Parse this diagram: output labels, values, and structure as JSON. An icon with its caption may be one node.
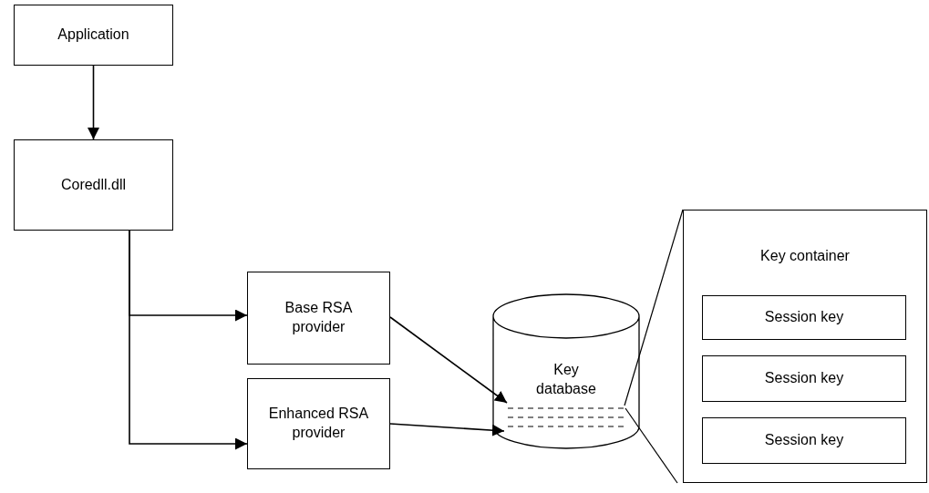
{
  "diagram": {
    "nodes": [
      {
        "text": [
          "Application"
        ]
      },
      {
        "text": [
          "Coredll.dll"
        ]
      },
      {
        "text": [
          "Base RSA provider"
        ]
      },
      {
        "text": [
          "Enhanced RSA provider"
        ]
      },
      {
        "text": [
          "Key database"
        ]
      },
      {
        "text": [
          "Key container"
        ]
      },
      {
        "text": [
          "Session key"
        ],
        "in": 5
      },
      {
        "text": [
          "Session key"
        ],
        "in": 5
      },
      {
        "text": [
          "Session key"
        ],
        "in": 5
      }
    ],
    "edges": [
      {
        "from": 0,
        "to": 1,
        "arrow": "to"
      },
      {
        "from": 1,
        "to": 2,
        "arrow": "to"
      },
      {
        "from": 1,
        "to": 3,
        "arrow": "to"
      },
      {
        "from": 2,
        "to": 4,
        "arrow": "to"
      },
      {
        "from": 3,
        "to": 4,
        "arrow": "to"
      },
      {
        "from": 4,
        "to": 5,
        "arrow": "none"
      },
      {
        "from": 4,
        "to": 5,
        "arrow": "none"
      }
    ]
  }
}
